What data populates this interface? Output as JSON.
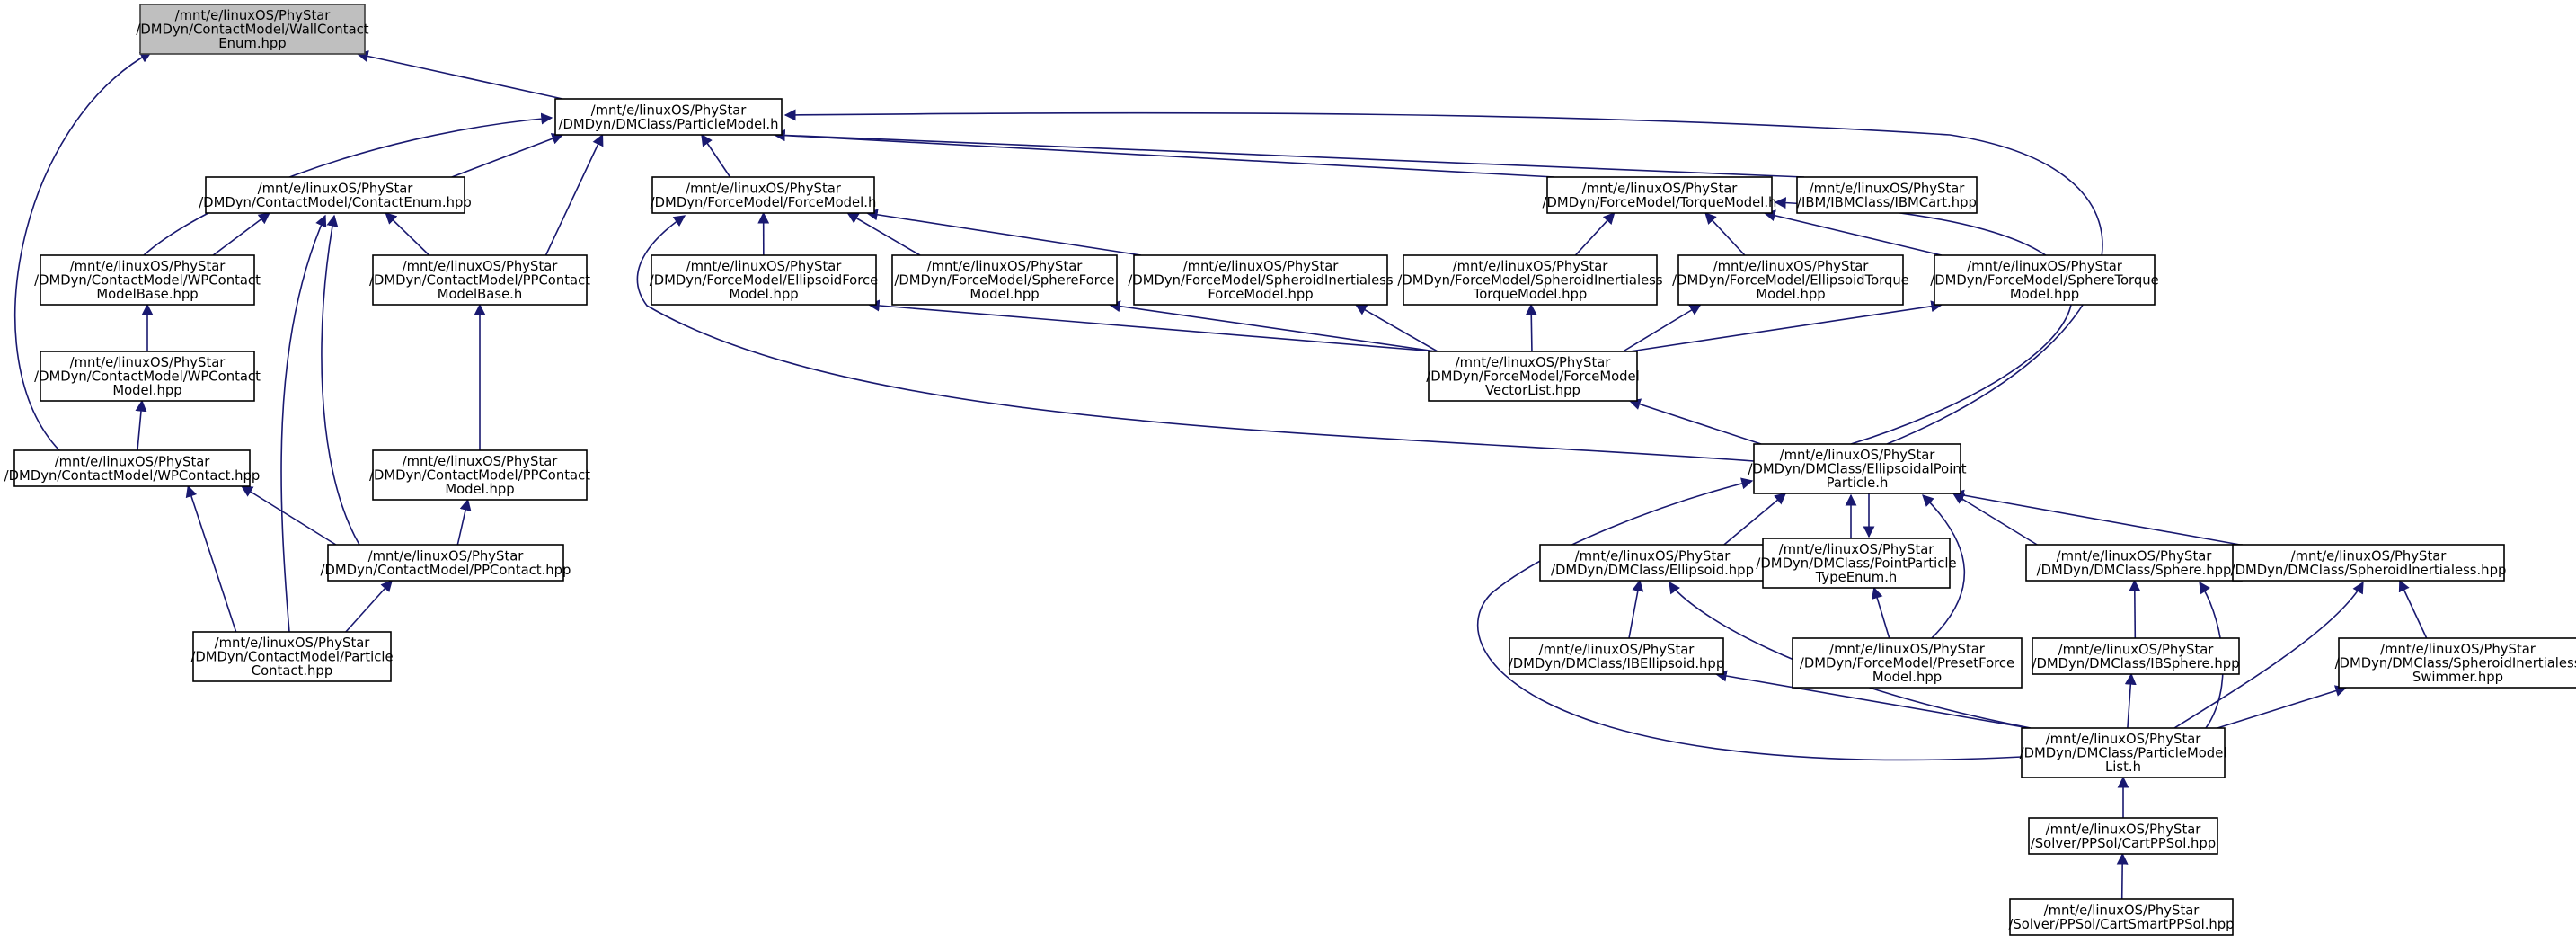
{
  "edge_color": "#191970",
  "root_fill": "#bfbfbf",
  "nodes": [
    {
      "id": "wallcontactenum",
      "lines": [
        "/mnt/e/linuxOS/PhyStar",
        "/DMDyn/ContactModel/WallContact",
        "Enum.hpp"
      ],
      "root": true
    },
    {
      "id": "particlemodel_h",
      "lines": [
        "/mnt/e/linuxOS/PhyStar",
        "/DMDyn/DMClass/ParticleModel.h"
      ]
    },
    {
      "id": "contactenum",
      "lines": [
        "/mnt/e/linuxOS/PhyStar",
        "/DMDyn/ContactModel/ContactEnum.hpp"
      ]
    },
    {
      "id": "forcemodel_h",
      "lines": [
        "/mnt/e/linuxOS/PhyStar",
        "/DMDyn/ForceModel/ForceModel.h"
      ]
    },
    {
      "id": "torquemodel_h",
      "lines": [
        "/mnt/e/linuxOS/PhyStar",
        "/DMDyn/ForceModel/TorqueModel.h"
      ]
    },
    {
      "id": "ibmcart",
      "lines": [
        "/mnt/e/linuxOS/PhyStar",
        "/IBM/IBMClass/IBMCart.hpp"
      ]
    },
    {
      "id": "wpcontactmodelbase",
      "lines": [
        "/mnt/e/linuxOS/PhyStar",
        "/DMDyn/ContactModel/WPContact",
        "ModelBase.hpp"
      ]
    },
    {
      "id": "ppcontactmodelbase",
      "lines": [
        "/mnt/e/linuxOS/PhyStar",
        "/DMDyn/ContactModel/PPContact",
        "ModelBase.h"
      ]
    },
    {
      "id": "ellipsoidforce",
      "lines": [
        "/mnt/e/linuxOS/PhyStar",
        "/DMDyn/ForceModel/EllipsoidForce",
        "Model.hpp"
      ]
    },
    {
      "id": "sphereforce",
      "lines": [
        "/mnt/e/linuxOS/PhyStar",
        "/DMDyn/ForceModel/SphereForce",
        "Model.hpp"
      ]
    },
    {
      "id": "spheroidinertialessforce",
      "lines": [
        "/mnt/e/linuxOS/PhyStar",
        "/DMDyn/ForceModel/SpheroidInertialess",
        "ForceModel.hpp"
      ]
    },
    {
      "id": "spheroidinertialesstorque",
      "lines": [
        "/mnt/e/linuxOS/PhyStar",
        "/DMDyn/ForceModel/SpheroidInertialess",
        "TorqueModel.hpp"
      ]
    },
    {
      "id": "ellipsoidtorque",
      "lines": [
        "/mnt/e/linuxOS/PhyStar",
        "/DMDyn/ForceModel/EllipsoidTorque",
        "Model.hpp"
      ]
    },
    {
      "id": "spheretorque",
      "lines": [
        "/mnt/e/linuxOS/PhyStar",
        "/DMDyn/ForceModel/SphereTorque",
        "Model.hpp"
      ]
    },
    {
      "id": "wpcontactmodel",
      "lines": [
        "/mnt/e/linuxOS/PhyStar",
        "/DMDyn/ContactModel/WPContact",
        "Model.hpp"
      ]
    },
    {
      "id": "forcemodelvectorlist",
      "lines": [
        "/mnt/e/linuxOS/PhyStar",
        "/DMDyn/ForceModel/ForceModel",
        "VectorList.hpp"
      ]
    },
    {
      "id": "wpcontact",
      "lines": [
        "/mnt/e/linuxOS/PhyStar",
        "/DMDyn/ContactModel/WPContact.hpp"
      ]
    },
    {
      "id": "ppcontactmodel",
      "lines": [
        "/mnt/e/linuxOS/PhyStar",
        "/DMDyn/ContactModel/PPContact",
        "Model.hpp"
      ]
    },
    {
      "id": "ellipsoidalpointparticle",
      "lines": [
        "/mnt/e/linuxOS/PhyStar",
        "/DMDyn/DMClass/EllipsoidalPoint",
        "Particle.h"
      ]
    },
    {
      "id": "ppcontact",
      "lines": [
        "/mnt/e/linuxOS/PhyStar",
        "/DMDyn/ContactModel/PPContact.hpp"
      ]
    },
    {
      "id": "ellipsoid",
      "lines": [
        "/mnt/e/linuxOS/PhyStar",
        "/DMDyn/DMClass/Ellipsoid.hpp"
      ]
    },
    {
      "id": "pointparticletypeenum",
      "lines": [
        "/mnt/e/linuxOS/PhyStar",
        "/DMDyn/DMClass/PointParticle",
        "TypeEnum.h"
      ]
    },
    {
      "id": "sphere",
      "lines": [
        "/mnt/e/linuxOS/PhyStar",
        "/DMDyn/DMClass/Sphere.hpp"
      ]
    },
    {
      "id": "spheroidinertialess",
      "lines": [
        "/mnt/e/linuxOS/PhyStar",
        "/DMDyn/DMClass/SpheroidInertialess.hpp"
      ]
    },
    {
      "id": "particlecontact",
      "lines": [
        "/mnt/e/linuxOS/PhyStar",
        "/DMDyn/ContactModel/Particle",
        "Contact.hpp"
      ]
    },
    {
      "id": "ibellipsoid",
      "lines": [
        "/mnt/e/linuxOS/PhyStar",
        "/DMDyn/DMClass/IBEllipsoid.hpp"
      ]
    },
    {
      "id": "presetforcemodel",
      "lines": [
        "/mnt/e/linuxOS/PhyStar",
        "/DMDyn/ForceModel/PresetForce",
        "Model.hpp"
      ]
    },
    {
      "id": "ibsphere",
      "lines": [
        "/mnt/e/linuxOS/PhyStar",
        "/DMDyn/DMClass/IBSphere.hpp"
      ]
    },
    {
      "id": "spheroidinertialessswimmer",
      "lines": [
        "/mnt/e/linuxOS/PhyStar",
        "/DMDyn/DMClass/SpheroidInertialess",
        "Swimmer.hpp"
      ]
    },
    {
      "id": "particlemodellist",
      "lines": [
        "/mnt/e/linuxOS/PhyStar",
        "/DMDyn/DMClass/ParticleModel",
        "List.h"
      ]
    },
    {
      "id": "cartppsol",
      "lines": [
        "/mnt/e/linuxOS/PhyStar",
        "/Solver/PPSol/CartPPSol.hpp"
      ]
    },
    {
      "id": "cartsmartppsol",
      "lines": [
        "/mnt/e/linuxOS/PhyStar",
        "/Solver/PPSol/CartSmartPPSol.hpp"
      ]
    }
  ],
  "edges": [
    {
      "from": "particlemodel_h",
      "to": "wallcontactenum"
    },
    {
      "from": "wpcontact",
      "to": "wallcontactenum"
    },
    {
      "from": "contactenum",
      "to": "particlemodel_h"
    },
    {
      "from": "forcemodel_h",
      "to": "particlemodel_h"
    },
    {
      "from": "torquemodel_h",
      "to": "particlemodel_h"
    },
    {
      "from": "ibmcart",
      "to": "particlemodel_h"
    },
    {
      "from": "wpcontactmodelbase",
      "to": "particlemodel_h"
    },
    {
      "from": "ppcontactmodelbase",
      "to": "particlemodel_h"
    },
    {
      "from": "ellipsoidalpointparticle",
      "to": "particlemodel_h"
    },
    {
      "from": "wpcontactmodelbase",
      "to": "contactenum"
    },
    {
      "from": "ppcontactmodelbase",
      "to": "contactenum"
    },
    {
      "from": "ppcontact",
      "to": "contactenum"
    },
    {
      "from": "particlecontact",
      "to": "contactenum"
    },
    {
      "from": "ellipsoidforce",
      "to": "forcemodel_h"
    },
    {
      "from": "sphereforce",
      "to": "forcemodel_h"
    },
    {
      "from": "spheroidinertialessforce",
      "to": "forcemodel_h"
    },
    {
      "from": "ellipsoidalpointparticle",
      "to": "forcemodel_h"
    },
    {
      "from": "spheroidinertialesstorque",
      "to": "torquemodel_h"
    },
    {
      "from": "ellipsoidtorque",
      "to": "torquemodel_h"
    },
    {
      "from": "spheretorque",
      "to": "torquemodel_h"
    },
    {
      "from": "ellipsoidalpointparticle",
      "to": "torquemodel_h"
    },
    {
      "from": "wpcontactmodel",
      "to": "wpcontactmodelbase"
    },
    {
      "from": "wpcontact",
      "to": "wpcontactmodel"
    },
    {
      "from": "ppcontactmodel",
      "to": "ppcontactmodelbase"
    },
    {
      "from": "ppcontact",
      "to": "ppcontactmodel"
    },
    {
      "from": "forcemodelvectorlist",
      "to": "ellipsoidforce"
    },
    {
      "from": "forcemodelvectorlist",
      "to": "sphereforce"
    },
    {
      "from": "forcemodelvectorlist",
      "to": "spheroidinertialessforce"
    },
    {
      "from": "forcemodelvectorlist",
      "to": "spheroidinertialesstorque"
    },
    {
      "from": "forcemodelvectorlist",
      "to": "ellipsoidtorque"
    },
    {
      "from": "forcemodelvectorlist",
      "to": "spheretorque"
    },
    {
      "from": "ellipsoidalpointparticle",
      "to": "forcemodelvectorlist"
    },
    {
      "from": "ppcontact",
      "to": "wpcontact"
    },
    {
      "from": "particlecontact",
      "to": "wpcontact"
    },
    {
      "from": "particlecontact",
      "to": "ppcontact"
    },
    {
      "from": "ellipsoid",
      "to": "ellipsoidalpointparticle"
    },
    {
      "from": "pointparticletypeenum",
      "to": "ellipsoidalpointparticle"
    },
    {
      "from": "ellipsoidalpointparticle",
      "to": "pointparticletypeenum"
    },
    {
      "from": "sphere",
      "to": "ellipsoidalpointparticle"
    },
    {
      "from": "spheroidinertialess",
      "to": "ellipsoidalpointparticle"
    },
    {
      "from": "presetforcemodel",
      "to": "ellipsoidalpointparticle"
    },
    {
      "from": "particlemodellist",
      "to": "ellipsoidalpointparticle"
    },
    {
      "from": "presetforcemodel",
      "to": "pointparticletypeenum"
    },
    {
      "from": "ibellipsoid",
      "to": "ellipsoid"
    },
    {
      "from": "particlemodellist",
      "to": "ellipsoid"
    },
    {
      "from": "ibsphere",
      "to": "sphere"
    },
    {
      "from": "particlemodellist",
      "to": "sphere"
    },
    {
      "from": "spheroidinertialessswimmer",
      "to": "spheroidinertialess"
    },
    {
      "from": "particlemodellist",
      "to": "spheroidinertialess"
    },
    {
      "from": "particlemodellist",
      "to": "ibellipsoid"
    },
    {
      "from": "particlemodellist",
      "to": "ibsphere"
    },
    {
      "from": "particlemodellist",
      "to": "spheroidinertialessswimmer"
    },
    {
      "from": "cartppsol",
      "to": "particlemodellist"
    },
    {
      "from": "cartsmartppsol",
      "to": "cartppsol"
    }
  ]
}
